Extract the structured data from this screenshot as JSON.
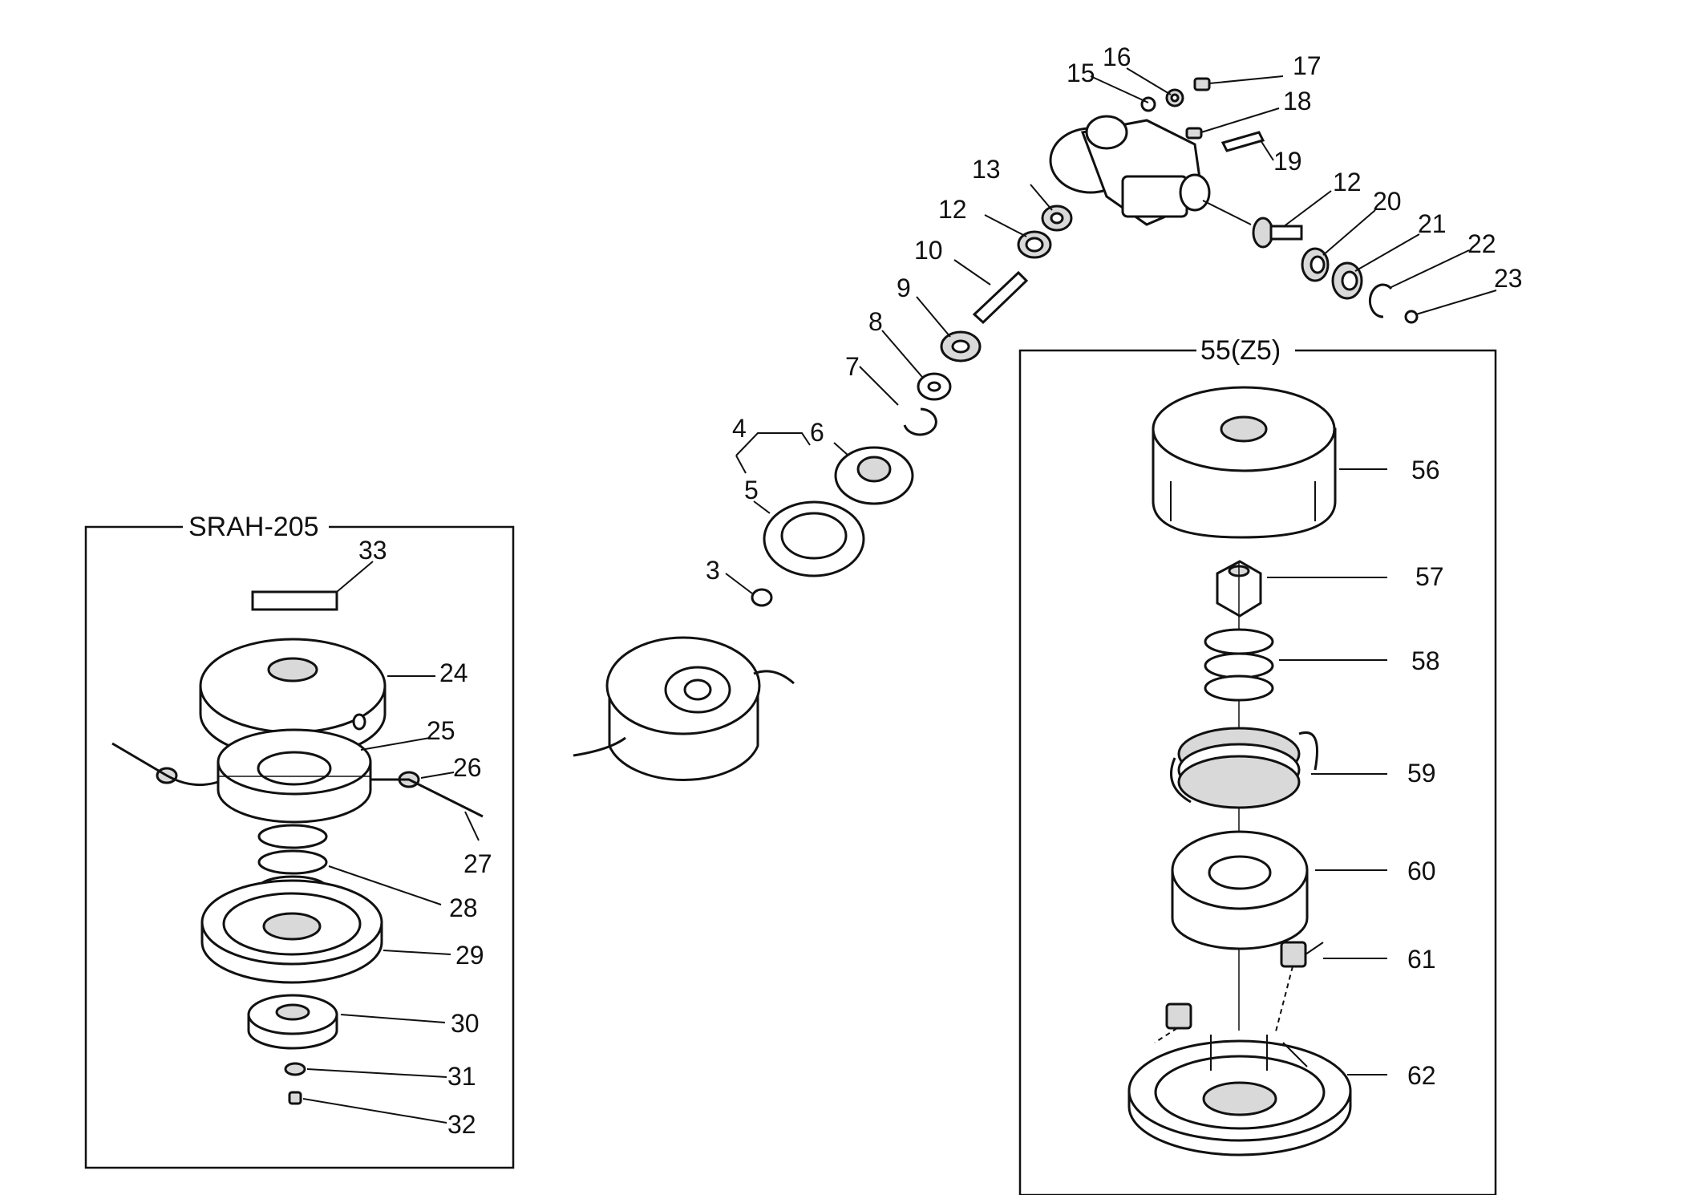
{
  "boxes": {
    "left_title": "SRAH-205",
    "right_title": "55(Z5)"
  },
  "labels": {
    "l3": "3",
    "l4": "4",
    "l5": "5",
    "l6": "6",
    "l7": "7",
    "l8": "8",
    "l9": "9",
    "l10": "10",
    "l12a": "12",
    "l12b": "12",
    "l13": "13",
    "l15": "15",
    "l16": "16",
    "l17": "17",
    "l18": "18",
    "l19": "19",
    "l20": "20",
    "l21": "21",
    "l22": "22",
    "l23": "23",
    "l24": "24",
    "l25": "25",
    "l26": "26",
    "l27": "27",
    "l28": "28",
    "l29": "29",
    "l30": "30",
    "l31": "31",
    "l32": "32",
    "l33": "33",
    "l56": "56",
    "l57": "57",
    "l58": "58",
    "l59": "59",
    "l60": "60",
    "l61": "61",
    "l62": "62"
  }
}
